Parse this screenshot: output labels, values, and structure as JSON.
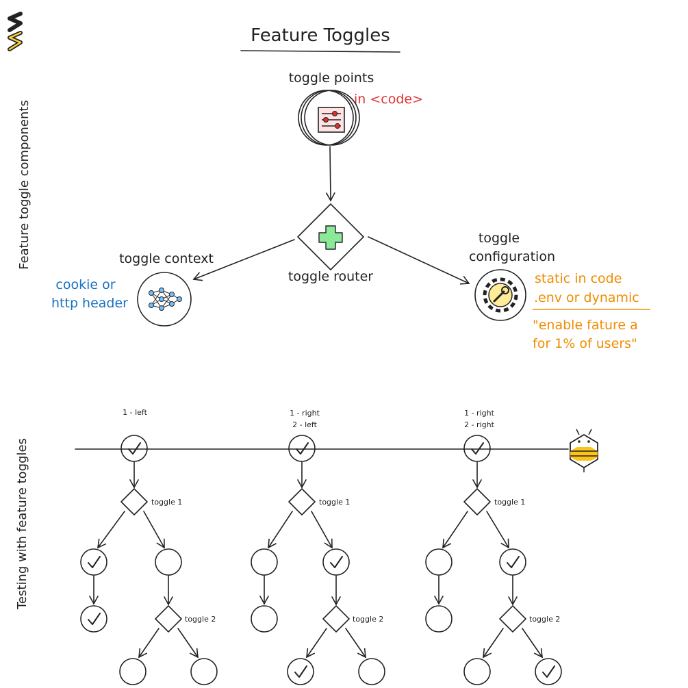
{
  "title": "Feature Toggles",
  "side_labels": {
    "components": "Feature toggle components",
    "testing": "Testing with feature toggles"
  },
  "top": {
    "toggle_points": "toggle points",
    "in_code": "in <code>",
    "toggle_router": "toggle router",
    "toggle_context": "toggle context",
    "context_note_1": "cookie or",
    "context_note_2": "http header",
    "config_title_1": "toggle",
    "config_title_2": "configuration",
    "config_note_1": "static in code",
    "config_note_2": ".env or dynamic",
    "config_note_3": "\"enable fature a",
    "config_note_4": "for 1% of users\""
  },
  "testing": {
    "stages": [
      {
        "label_1": "1 - left",
        "label_2": ""
      },
      {
        "label_1": "1 - right",
        "label_2": "2 - left"
      },
      {
        "label_1": "1 - right",
        "label_2": "2 - right"
      }
    ],
    "toggle_1": "toggle 1",
    "toggle_2": "toggle 2"
  },
  "colors": {
    "ink": "#222222",
    "green_fill": "#b2f2bb",
    "grey_fill": "#e9ecef",
    "yellow_fill": "#ffec99",
    "red_text": "#e03131",
    "blue_text": "#1971c2",
    "orange_text": "#f08c00",
    "logo_yellow": "#ffd43b",
    "bee_yellow": "#fcc419"
  },
  "icons": [
    "logo-icon",
    "settings-list-icon",
    "plus-icon",
    "neural-network-icon",
    "gear-wrench-icon",
    "check-icon",
    "bee-icon"
  ]
}
